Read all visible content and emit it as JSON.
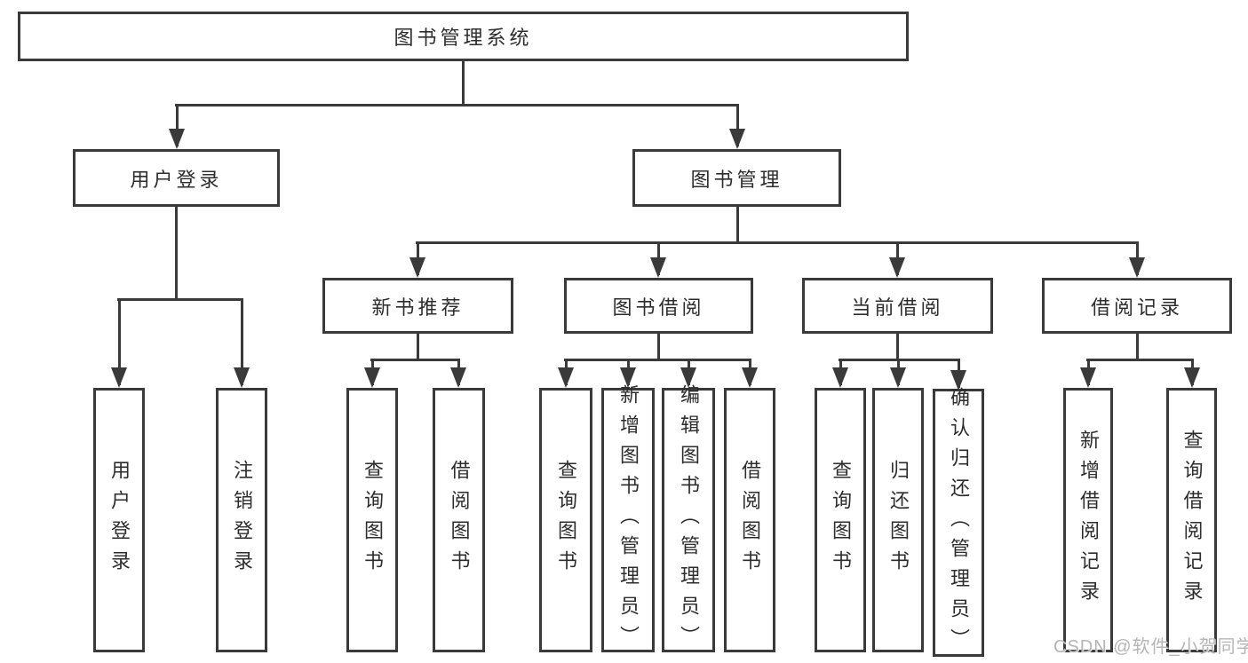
{
  "diagram": {
    "type": "tree",
    "colors": {
      "line": "#3a3a3a",
      "box_border": "#3a3a3a",
      "box_fill": "#ffffff",
      "text": "#2d2d2d",
      "background": "#ffffff",
      "watermark": "#b5b5b5"
    },
    "tree": {
      "root": {
        "label": "图书管理系统",
        "children": [
          {
            "label": "用户登录",
            "children": [
              {
                "label": "用户登录"
              },
              {
                "label": "注销登录"
              }
            ]
          },
          {
            "label": "图书管理",
            "children": [
              {
                "label": "新书推荐",
                "children": [
                  {
                    "label": "查询图书"
                  },
                  {
                    "label": "借阅图书"
                  }
                ]
              },
              {
                "label": "图书借阅",
                "children": [
                  {
                    "label": "查询图书"
                  },
                  {
                    "label": "新增图书（管理员）"
                  },
                  {
                    "label": "编辑图书（管理员）"
                  },
                  {
                    "label": "借阅图书"
                  }
                ]
              },
              {
                "label": "当前借阅",
                "children": [
                  {
                    "label": "查询图书"
                  },
                  {
                    "label": "归还图书"
                  },
                  {
                    "label": "确认归还（管理员）"
                  }
                ]
              },
              {
                "label": "借阅记录",
                "children": [
                  {
                    "label": "新增借阅记录"
                  },
                  {
                    "label": "查询借阅记录"
                  }
                ]
              }
            ]
          }
        ]
      }
    },
    "watermark": {
      "text": "CSDN @软件_小贺同学"
    }
  }
}
